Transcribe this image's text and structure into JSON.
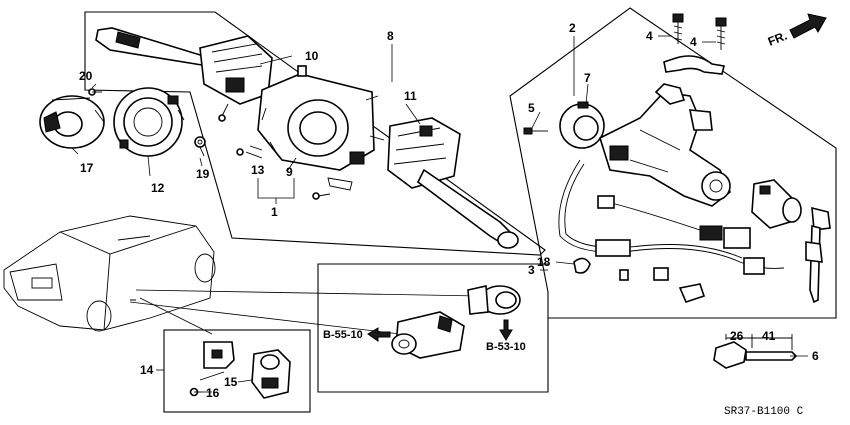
{
  "diagram": {
    "part_numbers": {
      "p1": "1",
      "p2": "2",
      "p3": "3",
      "p4a": "4",
      "p4b": "4",
      "p5": "5",
      "p6": "6",
      "p7": "7",
      "p8": "8",
      "p9": "9",
      "p10": "10",
      "p11": "11",
      "p12": "12",
      "p13": "13",
      "p14": "14",
      "p15": "15",
      "p16": "16",
      "p17": "17",
      "p18": "18",
      "p19": "19",
      "p20": "20"
    },
    "references": {
      "b55": "B-55-10",
      "b53": "B-53-10"
    },
    "front_indicator": "FR.",
    "key_dimensions": {
      "d1": "26",
      "d2": "41"
    },
    "diagram_code": "SR37-B1100 C"
  }
}
